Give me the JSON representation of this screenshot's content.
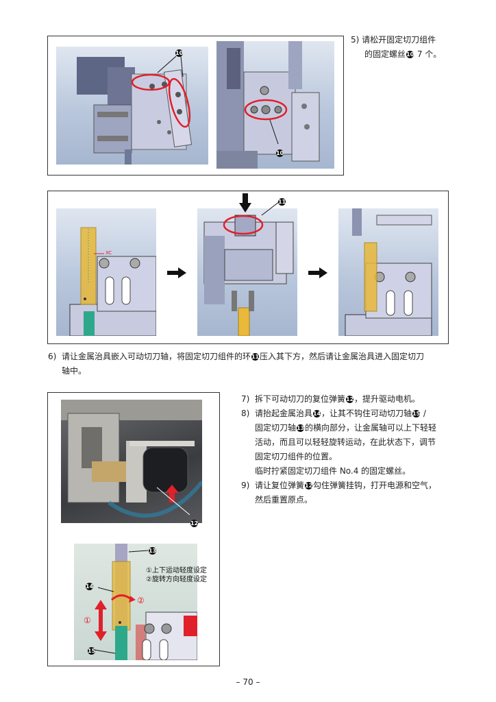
{
  "step5": {
    "number": "5)",
    "line1": "请松开固定切刀组件",
    "line2a": "的固定螺丝",
    "badge": "10",
    "line2b": " 7 个。"
  },
  "callouts": {
    "c10": "10",
    "c11": "11",
    "c12": "12",
    "c13": "13",
    "c14": "14",
    "c15": "15"
  },
  "step6": {
    "number": "6)",
    "line1a": "请让金属治具嵌入可动切刀轴，将固定切刀组件的环",
    "badge": "11",
    "line1b": "压入其下方，然后请让金属治具进入固定切刀",
    "line2": "轴中。"
  },
  "step7": {
    "number": "7)",
    "textA": "拆下可动切刀的复位弹簧",
    "badge": "12",
    "textB": "，提升驱动电机。"
  },
  "step8": {
    "number": "8)",
    "textA": "请抬起金属治具",
    "b14": "14",
    "textB": "，让其不钩住可动切刀轴",
    "b15": "15",
    "textC": " /",
    "line2a": "固定切刀轴",
    "b13": "13",
    "line2b": "的横向部分，让金属轴可以上下轻轻",
    "line3": "活动，而且可以轻轻旋转运动，在此状态下，调节",
    "line4": "固定切刀组件的位置。",
    "line5": "临时拧紧固定切刀组件 No.4 的固定螺丝。"
  },
  "step9": {
    "number": "9)",
    "textA": "请让复位弹簧",
    "badge": "12",
    "textB": "勾住弹簧挂钩，打开电源和空气，",
    "line2": "然后重置原点。"
  },
  "detail": {
    "label1": "①上下运动轻度设定",
    "label2": "②旋转方向轻度设定",
    "m1": "①",
    "m2": "②",
    "xc": "XC"
  },
  "page_number": "– 70 –",
  "colors": {
    "highlight_red": "#e0202a",
    "jig_yellow": "#e8b93a",
    "shaft_green": "#2ea88a",
    "steel_blue": "#b9c7dc"
  }
}
